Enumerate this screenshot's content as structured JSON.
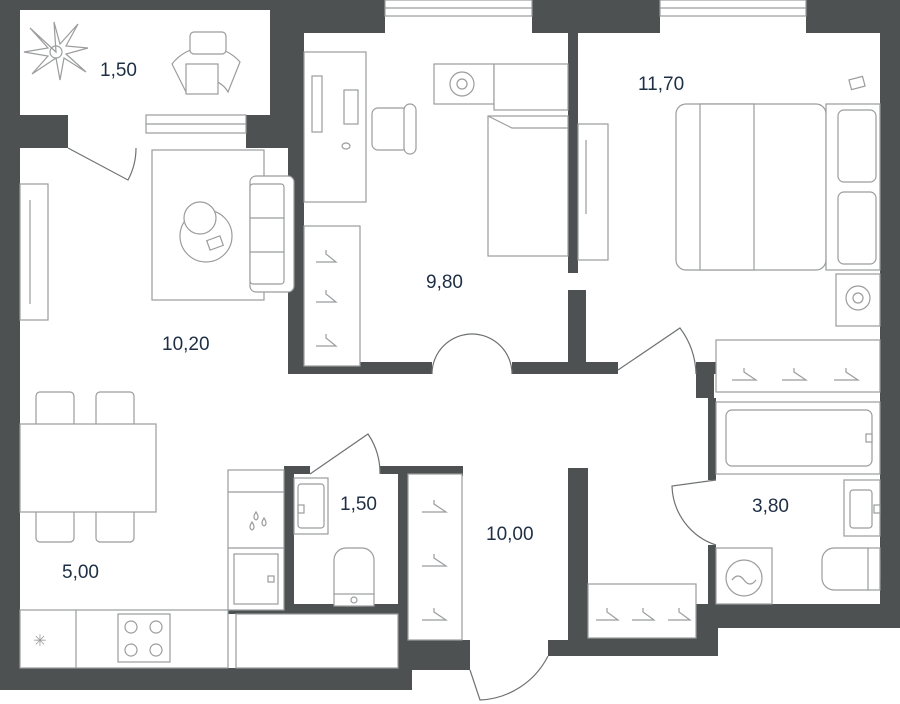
{
  "plan": {
    "colors": {
      "wall": "#4d5152",
      "furniture": "#9a9c9d",
      "label": "#1e2f45"
    },
    "areas": [
      {
        "id": "balcony",
        "label": "1,50"
      },
      {
        "id": "bedroom-small",
        "label": "9,80"
      },
      {
        "id": "bedroom-master",
        "label": "11,70"
      },
      {
        "id": "living-room",
        "label": "10,20"
      },
      {
        "id": "kitchen",
        "label": "5,00"
      },
      {
        "id": "toilet",
        "label": "1,50"
      },
      {
        "id": "hallway",
        "label": "10,00"
      },
      {
        "id": "bathroom",
        "label": "3,80"
      }
    ]
  }
}
